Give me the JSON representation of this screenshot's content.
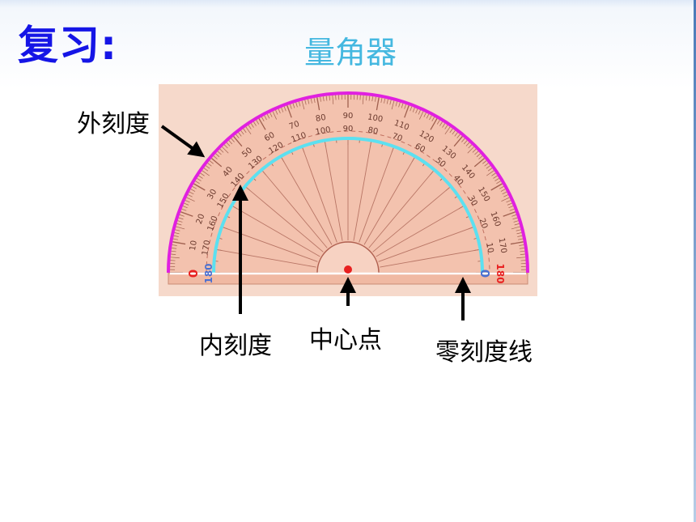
{
  "slide": {
    "review_title": "复习:",
    "diagram_title": "量角器"
  },
  "labels": {
    "outer_scale": "外刻度",
    "inner_scale": "内刻度",
    "center_point": "中心点",
    "zero_line": "零刻度线"
  },
  "protractor": {
    "scale_markings": [
      "0",
      "10",
      "20",
      "30",
      "40",
      "50",
      "60",
      "70",
      "80",
      "90",
      "100",
      "110",
      "120",
      "130",
      "140",
      "150",
      "160",
      "170",
      "180"
    ],
    "end_zero": "0",
    "end_180": "180",
    "colors": {
      "body": "#f3c2ae",
      "outer_arc": "#e020e0",
      "inner_arc": "#5ce0f0",
      "zero_mark": "#e82020",
      "blue_mark": "#4a6fd0",
      "review_title": "#1515e6",
      "diagram_title": "#45b8e0"
    }
  }
}
